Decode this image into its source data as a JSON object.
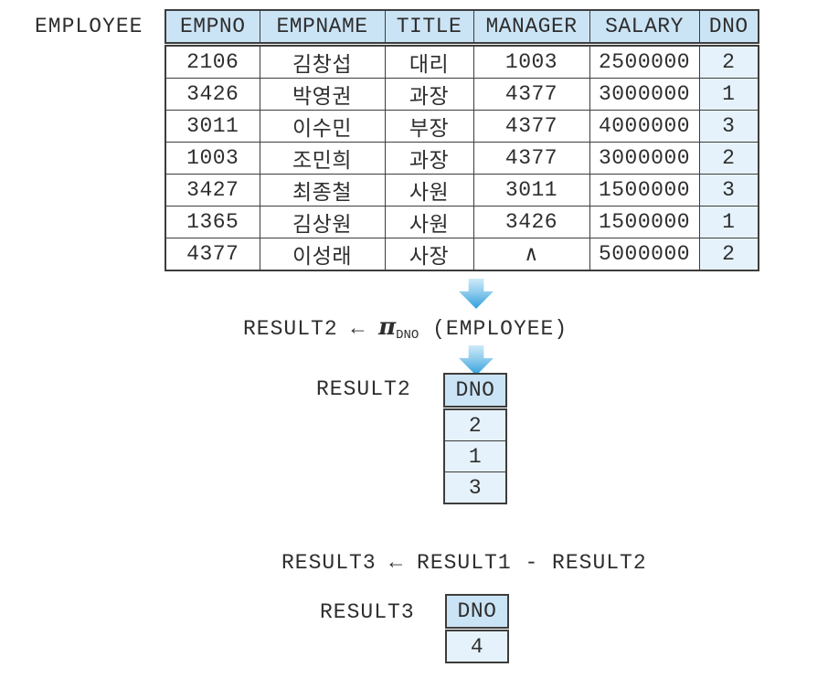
{
  "employee": {
    "label": "EMPLOYEE",
    "columns": [
      "EMPNO",
      "EMPNAME",
      "TITLE",
      "MANAGER",
      "SALARY",
      "DNO"
    ],
    "rows": [
      [
        "2106",
        "김창섭",
        "대리",
        "1003",
        "2500000",
        "2"
      ],
      [
        "3426",
        "박영권",
        "과장",
        "4377",
        "3000000",
        "1"
      ],
      [
        "3011",
        "이수민",
        "부장",
        "4377",
        "4000000",
        "3"
      ],
      [
        "1003",
        "조민희",
        "과장",
        "4377",
        "3000000",
        "2"
      ],
      [
        "3427",
        "최종철",
        "사원",
        "3011",
        "1500000",
        "3"
      ],
      [
        "1365",
        "김상원",
        "사원",
        "3426",
        "1500000",
        "1"
      ],
      [
        "4377",
        "이성래",
        "사장",
        "∧",
        "5000000",
        "2"
      ]
    ],
    "null_symbol": "∧"
  },
  "formula1": {
    "target": "RESULT2",
    "assign": "←",
    "operator": "π",
    "subscript": "DNO",
    "operand": "(EMPLOYEE)"
  },
  "result2": {
    "label": "RESULT2",
    "column": "DNO",
    "rows": [
      "2",
      "1",
      "3"
    ]
  },
  "formula2": {
    "text": "RESULT3 ← RESULT1 - RESULT2"
  },
  "result3": {
    "label": "RESULT3",
    "column": "DNO",
    "rows": [
      "4"
    ]
  },
  "colors": {
    "header_fill": "#cbe4f5",
    "cell_highlight": "#e6f2fb",
    "arrow_top": "#cdeaf9",
    "arrow_bottom": "#2f9fdc",
    "border": "#3d3d3d"
  }
}
